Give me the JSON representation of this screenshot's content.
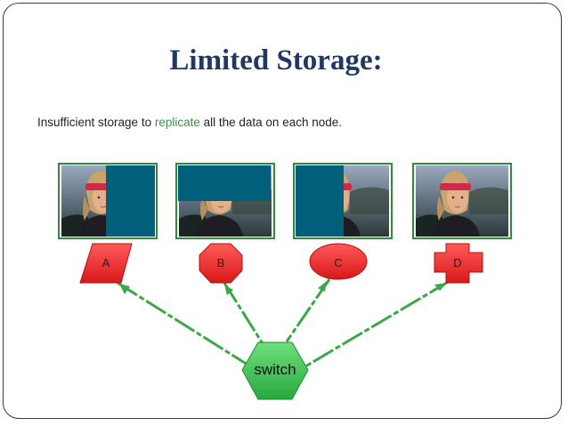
{
  "slide": {
    "title": "Limited Storage:",
    "body_prefix": "Insufficient storage to ",
    "body_highlight": "replicate",
    "body_suffix": " all the data on each node.",
    "highlight_color": "#2e9a3e",
    "title_color": "#1f3864"
  },
  "diagram": {
    "nodes": [
      {
        "label": "A",
        "shape": "parallelogram"
      },
      {
        "label": "B",
        "shape": "octagon"
      },
      {
        "label": "C",
        "shape": "ellipse"
      },
      {
        "label": "D",
        "shape": "cross"
      }
    ],
    "switch_label": "switch",
    "colors": {
      "node_fill": "#ee2a2a",
      "switch_fill": "#3cc45a",
      "link_color": "#3aa845",
      "mask_color": "#005f7a"
    }
  }
}
